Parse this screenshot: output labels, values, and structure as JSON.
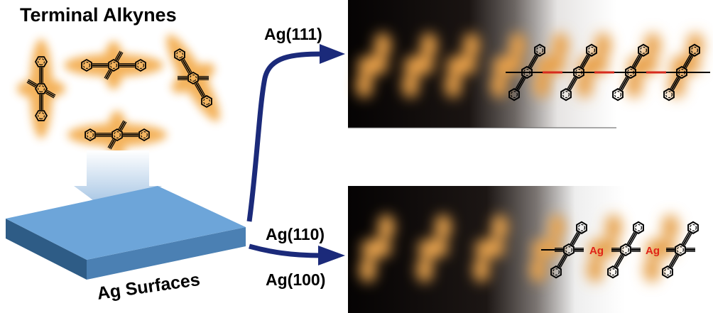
{
  "title": "Terminal Alkynes",
  "substrate_label": "Ag Surfaces",
  "branches": [
    {
      "label": "Ag(111)"
    },
    {
      "label": "Ag(110)"
    },
    {
      "label": "Ag(100)"
    }
  ],
  "linker_label": "Ag",
  "colors": {
    "arrow": "#1b2a7a",
    "slab_top": "#6da5d9",
    "slab_front": "#2e5c86",
    "slab_side": "#4b80b3",
    "glow": "#f2a640",
    "linker": "#e02418",
    "red_bond": "#d62a1e"
  }
}
